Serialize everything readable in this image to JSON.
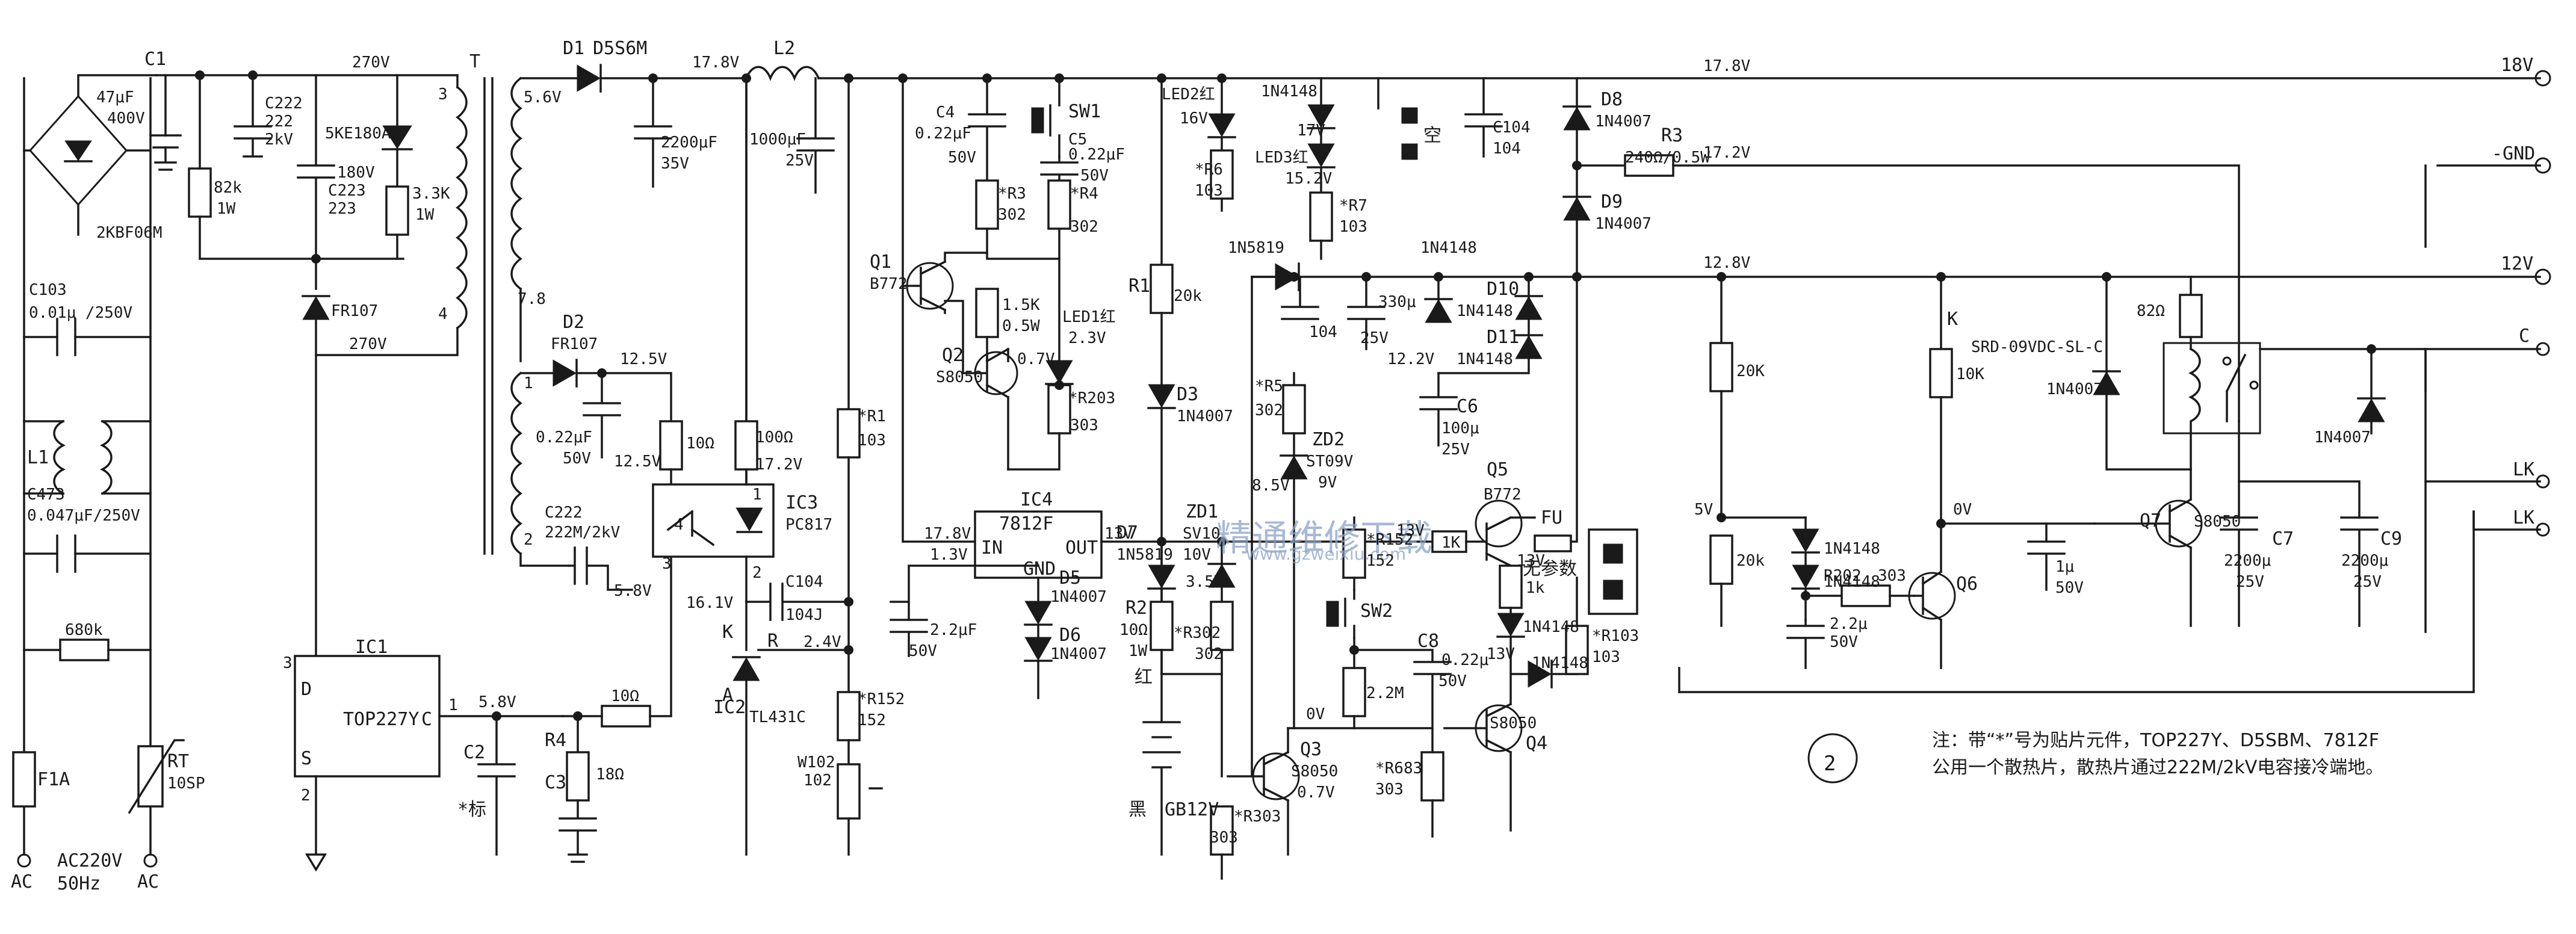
{
  "labels": {
    "C1": "C1",
    "c1_val1": "47μF",
    "c1_val2": "400V",
    "C222a": "C222",
    "c222a_v1": "222",
    "c222a_v2": "2kV",
    "v270_top": "270V",
    "T": "T",
    "ke180": "5KE180A",
    "c180v": "180V",
    "c223_name": "C223",
    "c223_val": "223",
    "r33k": "3.3K",
    "r33k_w": "1W",
    "r82k": "82k",
    "r82k_w": "1W",
    "bridge": "2KBF06M",
    "C103": "C103",
    "c103_val": "0.01μ /250V",
    "FR107_a": "FR107",
    "v270_b": "270V",
    "L1": "L1",
    "C473": "C473",
    "c473_val": "0.047μF/250V",
    "r680k": "680k",
    "F1A": "F1A",
    "RT": "RT",
    "RT_val": "10SP",
    "AC_l": "AC",
    "AC_r": "AC",
    "ac220": "AC220V",
    "hz50": "50Hz",
    "pin3": "3",
    "pin4": "4",
    "pin2w": "2",
    "pin1w": "1",
    "v56": "5.6V",
    "v78": "7.8",
    "p1": "1",
    "p2": "2",
    "D1": "D1",
    "D5S6M": "D5S6M",
    "v178_top": "17.8V",
    "L2": "L2",
    "c2200_val": "2200μF",
    "c2200_v": "35V",
    "c1000_val": "1000μF",
    "c1000_v": "25V",
    "D2": "D2",
    "FR107_b": "FR107",
    "v125a": "12.5V",
    "c022_a": "0.22μF",
    "c022_a_v": "50V",
    "v125b": "12.5V",
    "r10": "10Ω",
    "C222b": "C222",
    "c222b_val": "222M/2kV",
    "v58": "5.8V",
    "r100": "100Ω",
    "v172": "17.2V",
    "IC3": "IC3",
    "PC817": "PC817",
    "ic3_p4": "4",
    "ic3_p3": "3",
    "ic3_p2": "2",
    "ic3_p1": "1",
    "IC1": "IC1",
    "IC1_D": "D",
    "IC1_S": "S",
    "IC1_C": "C",
    "TOP227Y": "TOP227Y",
    "ic1_p3": "3",
    "ic1_p2": "2",
    "ic1_p1": "1",
    "v58b": "5.8V",
    "r10b": "10Ω",
    "C2": "C2",
    "c2_note": "*标",
    "R4": "R4",
    "r18": "18Ω",
    "C3": "C3",
    "v161": "16.1V",
    "C104a": "C104",
    "c104j": "104J",
    "IC2": "IC2",
    "TL431C": "TL431C",
    "K": "K",
    "R": "R",
    "A": "A",
    "R1a": "*R1",
    "r1a_val": "103",
    "v24": "2.4V",
    "R152a": "*R152",
    "r152a_val": "152",
    "W102": "W102",
    "w102_val": "102",
    "C4": "C4",
    "c4_val": "0.22μF",
    "c4_v": "50V",
    "SW1": "SW1",
    "C5": "C5",
    "c5_val": "0.22μF",
    "c5_v": "50V",
    "R3s": "*R3",
    "r3s_val": "302",
    "R4s": "*R4",
    "r4s_val": "302",
    "Q1": "Q1",
    "B772a": "B772",
    "r15k": "1.5K",
    "r15k_w": "0.5W",
    "Q2": "Q2",
    "S8050a": "S8050",
    "v07": "0.7V",
    "LED1": "LED1红",
    "v23": "2.3V",
    "R203": "*R203",
    "r203_val": "303",
    "R1b": "R1",
    "r20k": "20k",
    "D3": "D3",
    "D3_t": "1N4007",
    "IC4": "IC4",
    "7812F": "7812F",
    "IN": "IN",
    "OUT": "OUT",
    "GND": "GND",
    "v178_ic4": "17.8V",
    "v13_ic4": "13V",
    "v13_node": "1.3V",
    "c22u": "2.2μF",
    "c22u_v": "50V",
    "D5": "D5",
    "D5_t": "1N4007",
    "D6": "D6",
    "D6_t": "1N4007",
    "LED2": "LED2红",
    "v16": "16V",
    "R6": "*R6",
    "r6_val": "103",
    "D7": "D7",
    "D7_t": "1N5819",
    "ZD1": "ZD1",
    "ZD1_t": "SV10",
    "v10": "10V",
    "v35": "3.5V",
    "R2": "R2",
    "r2_val": "10Ω",
    "r2_w": "1W",
    "R302": "*R302",
    "r302_val": "302",
    "red": "红",
    "black": "黑",
    "GB12V": "GB12V",
    "Q3": "Q3",
    "S8050c": "S8050",
    "v07b": "0.7V",
    "v0": "0V",
    "R303": "*R303",
    "r303_val": "303",
    "d1n4148_a": "1N4148",
    "v17": "17V",
    "LED3": "LED3红",
    "v152": "15.2V",
    "R7": "*R7",
    "r7_val": "103",
    "kong": "空",
    "C104b": "C104",
    "c104b_val": "104",
    "D8": "D8",
    "D8_t": "1N4007",
    "D9": "D9",
    "D9_t": "1N4007",
    "R3b": "R3",
    "r3b_val": "240Ω/0.5W",
    "v178_right": "17.8V",
    "v172b": "17.2V",
    "v128": "12.8V",
    "d5819b": "1N5819",
    "d4148_b": "1N4148",
    "c104c": "104",
    "c330_val": "330μ",
    "c330_v": "25V",
    "v122": "12.2V",
    "D10": "D10",
    "D10_t": "1N4148",
    "D11": "D11",
    "D11_t": "1N4148",
    "R5": "*R5",
    "r5_val": "302",
    "v85": "8.5V",
    "ZD2": "ZD2",
    "ZD2_t": "ST09V",
    "v9": "9V",
    "C6": "C6",
    "c6_val": "100μ",
    "c6_v": "25V",
    "Q5": "Q5",
    "B772b": "B772",
    "FU": "FU",
    "wucanshu": "无参数",
    "v13a": "13V",
    "r1k_a": "1K",
    "R152b": "*R152",
    "r152b_val": "152",
    "v13b": "13V",
    "r1k_b": "1k",
    "SW2": "SW2",
    "d4148_c": "1N4148",
    "R103": "*R103",
    "r103_val": "103",
    "C8": "C8",
    "c8_val": "0.22μ",
    "c8_v": "50V",
    "r22m": "2.2M",
    "R683": "*R683",
    "r683_val": "303",
    "v13c": "13V",
    "d4148_d": "1N4148",
    "S8050d": "S8050",
    "Q4": "Q4",
    "r20K_a": "20K",
    "v5": "5V",
    "r20k_b": "20k",
    "d4148_e": "1N4148",
    "d4148_f": "1N4148",
    "R202": "R202",
    "r202_val": "303",
    "c22u_b": "2.2μ",
    "c22u_b_v": "50V",
    "K_relay": "K",
    "SRD": "SRD-09VDC-SL-C",
    "r10K": "10K",
    "d4007_relay": "1N4007",
    "r82": "82Ω",
    "v0b": "0V",
    "c1u": "1μ",
    "c1u_v": "50V",
    "Q6": "Q6",
    "Q7": "Q7",
    "S8050e": "S8050",
    "C7": "C7",
    "c7_val": "2200μ",
    "c7_v": "25V",
    "C9": "C9",
    "c9_val": "2200μ",
    "c9_v": "25V",
    "d4007_right": "1N4007",
    "out_18V": "18V",
    "out_GND": "-GND",
    "out_12V": "12V",
    "out_C": "C",
    "out_LK1": "LK",
    "out_LK2": "LK"
  },
  "circle_num": "2",
  "note": {
    "line1": "注：带“*”号为贴片元件，TOP227Y、D5SBM、7812F",
    "line2": "公用一个散热片，散热片通过222M/2kV电容接冷端地。"
  },
  "watermark": {
    "main": "精通维修下载",
    "sub": "www.gzweixiu.com"
  }
}
